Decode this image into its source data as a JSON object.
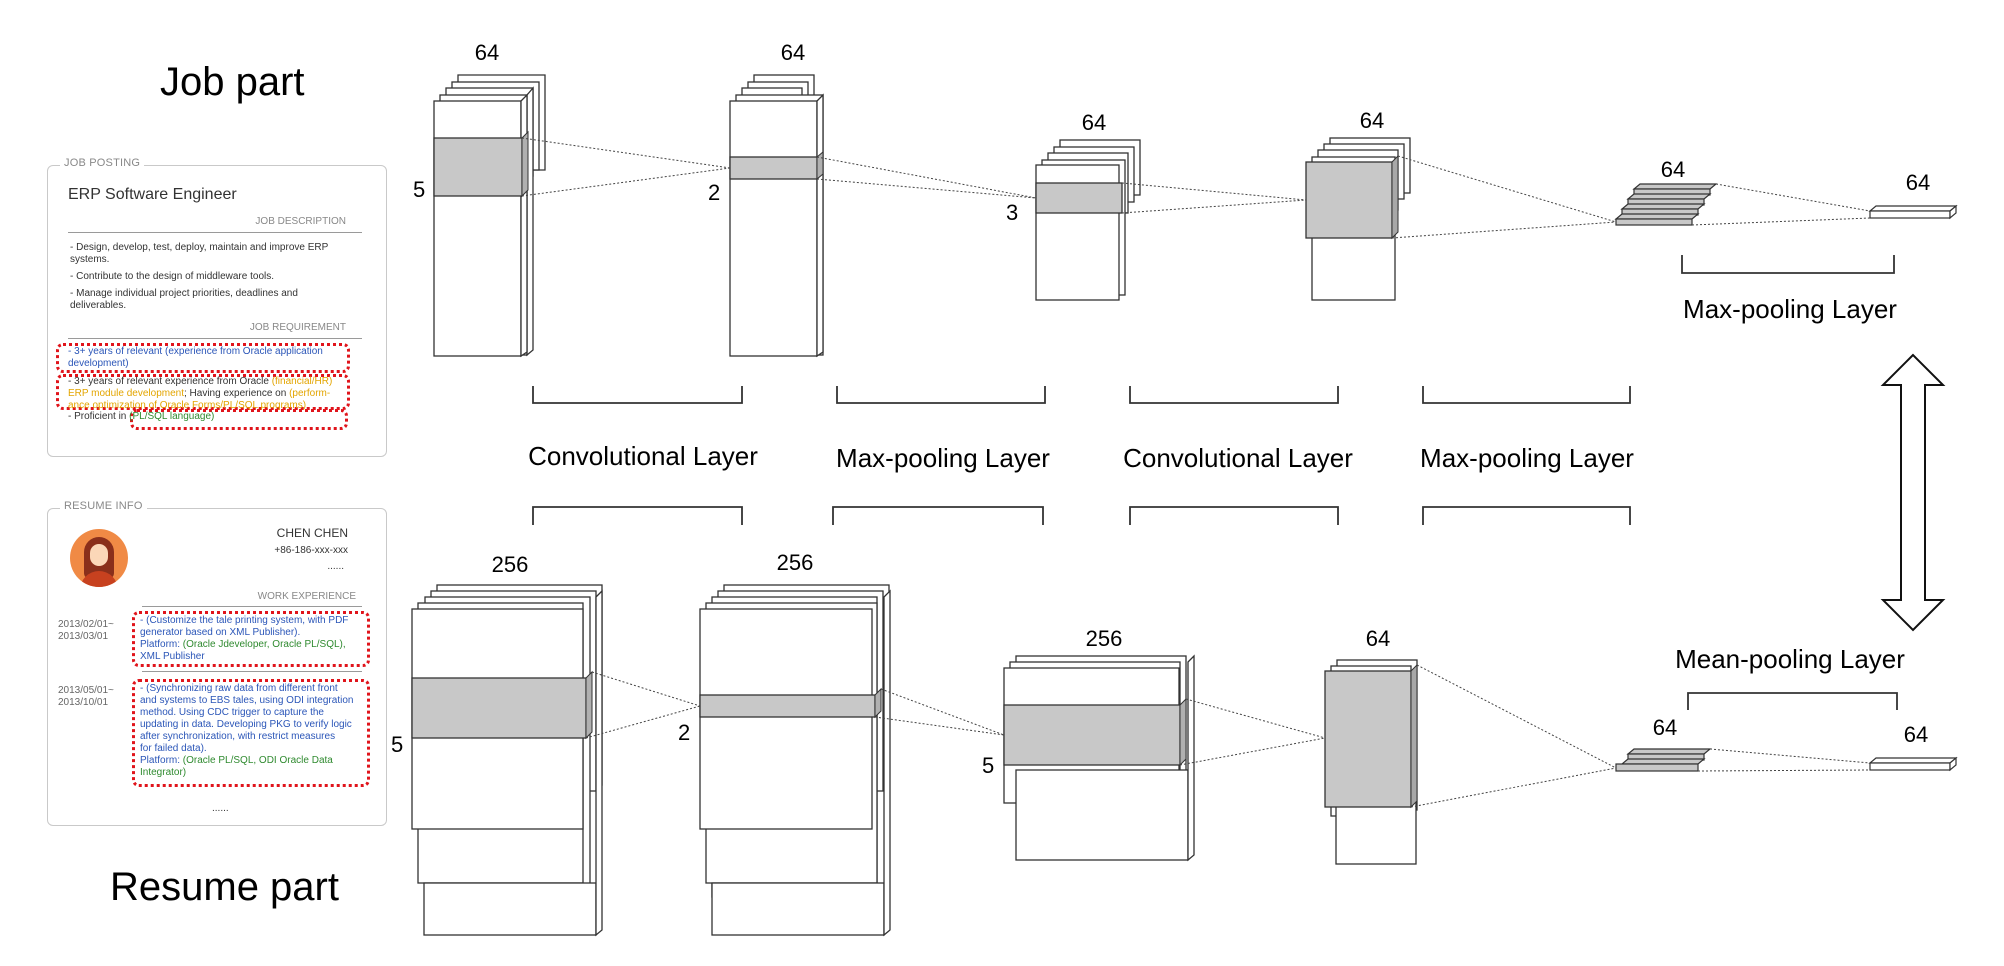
{
  "headings": {
    "job_part": "Job part",
    "resume_part": "Resume part"
  },
  "job_card": {
    "header": "JOB POSTING",
    "title": "ERP Software Engineer",
    "desc_heading": "JOB DESCRIPTION",
    "desc_items": [
      "- Design, develop, test, deploy, maintain and improve ERP",
      "systems.",
      "- Contribute to the design of middleware tools.",
      "- Manage individual project priorities, deadlines and",
      "deliverables."
    ],
    "req_heading": "JOB REQUIREMENT",
    "req1_prefix": "- 3+ years of relevant ",
    "req1_highlight": "(experience from Oracle application development)",
    "req2_prefix": "- 3+ years of relevant experience from Oracle ",
    "req2_amber1": "(financial/HR)",
    "req2_amber2": "ERP module development",
    "req2_mid": "; Having experience on ",
    "req2_amber3": "(perform-",
    "req2_amber4": "ance optimization of Oracle Forms/PL/SQL programs)",
    "req3_prefix": "- Proficient in ",
    "req3_highlight": "(PL/SQL language)"
  },
  "resume_card": {
    "header": "RESUME INFO",
    "name": "CHEN CHEN",
    "phone": "+86-186-xxx-xxx",
    "ellipsis": "......",
    "work_heading": "WORK EXPERIENCE",
    "exp1_dates": [
      "2013/02/01~",
      "2013/03/01"
    ],
    "exp1_lines": [
      "- (Customize the tale printing system, with PDF",
      "generator based on XML Publisher)."
    ],
    "exp1_platform_label": "Platform: ",
    "exp1_platform": "(Oracle Jdeveloper, Oracle PL/SQL),",
    "exp1_platform2": "XML Publisher",
    "exp2_dates": [
      "2013/05/01~",
      "2013/10/01"
    ],
    "exp2_lines": [
      "- (Synchronizing raw data from different front",
      "and systems to EBS tales, using ODI integration",
      "method. Using CDC trigger to capture the",
      "updating in data. Developing PKG to verify logic",
      "after synchronization, with restrict measures",
      "for failed data)."
    ],
    "exp2_platform_label": "Platform: ",
    "exp2_platform": "(Oracle PL/SQL, ODI Oracle Data",
    "exp2_platform2": "Integrator)",
    "footer_dots": "......"
  },
  "labels": {
    "conv_layer": "Convolutional Layer",
    "maxpool_layer": "Max-pooling Layer",
    "meanpool_layer": "Mean-pooling Layer"
  },
  "job_net": {
    "block1_channels": "64",
    "block1_kernel": "5",
    "block2_channels": "64",
    "block2_kernel": "2",
    "block3_channels": "64",
    "block3_kernel": "3",
    "block4_channels": "64",
    "block5_channels": "64",
    "block6_channels": "64"
  },
  "resume_net": {
    "block1_channels": "256",
    "block1_kernel": "5",
    "block2_channels": "256",
    "block2_kernel": "2",
    "block3_channels": "256",
    "block3_kernel": "5",
    "block4_channels": "64",
    "block5_channels": "64",
    "block6_channels": "64"
  },
  "colors": {
    "filter_fill": "#c8c8c8",
    "stroke": "#333333",
    "highlight_red": "#e0141b"
  }
}
